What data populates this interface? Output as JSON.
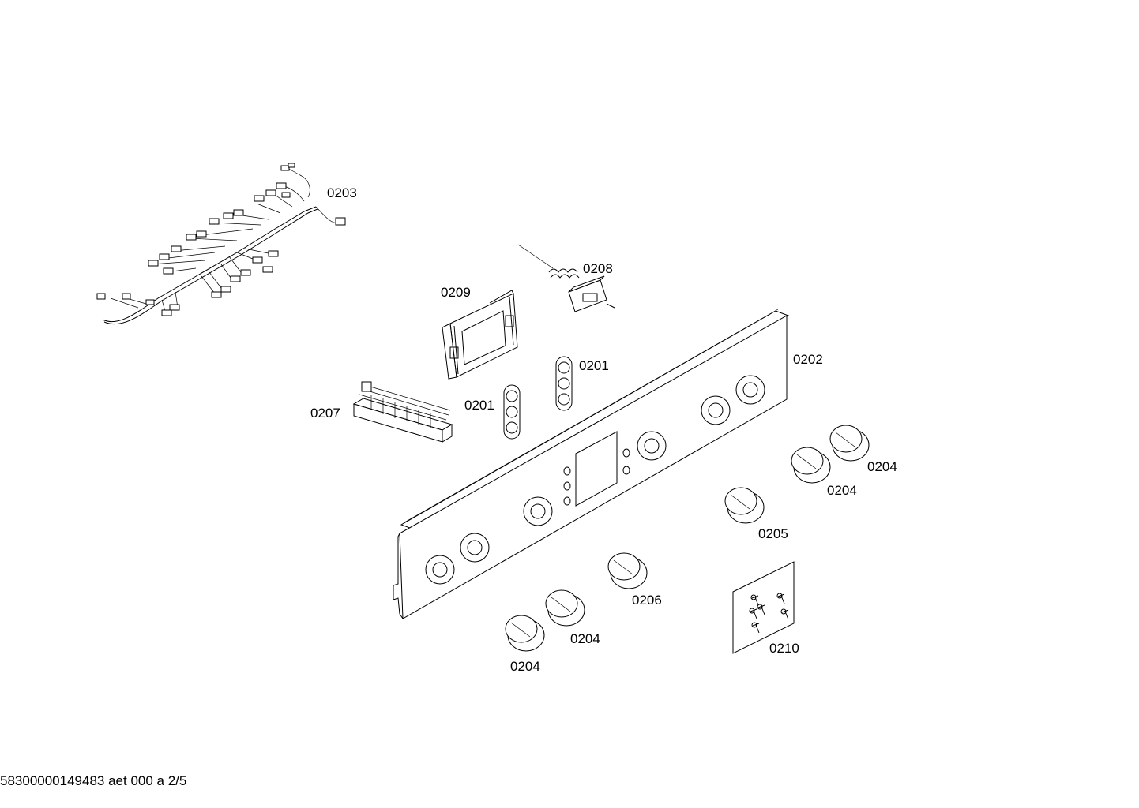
{
  "labels": {
    "wiring_harness": "0203",
    "thermostat": "0208",
    "timer_module": "0209",
    "switch_frame_right": "0201",
    "switch_frame_left": "0201",
    "control_panel": "0202",
    "terminal_block": "0207",
    "knob_far_right_top": "0204",
    "knob_right_top": "0204",
    "knob_0205": "0205",
    "knob_0206": "0206",
    "knob_lower_middle": "0204",
    "knob_lower_left": "0204",
    "screw_set": "0210"
  },
  "footer": {
    "doc_code": "58300000149483 aet 000 a 2/5"
  }
}
